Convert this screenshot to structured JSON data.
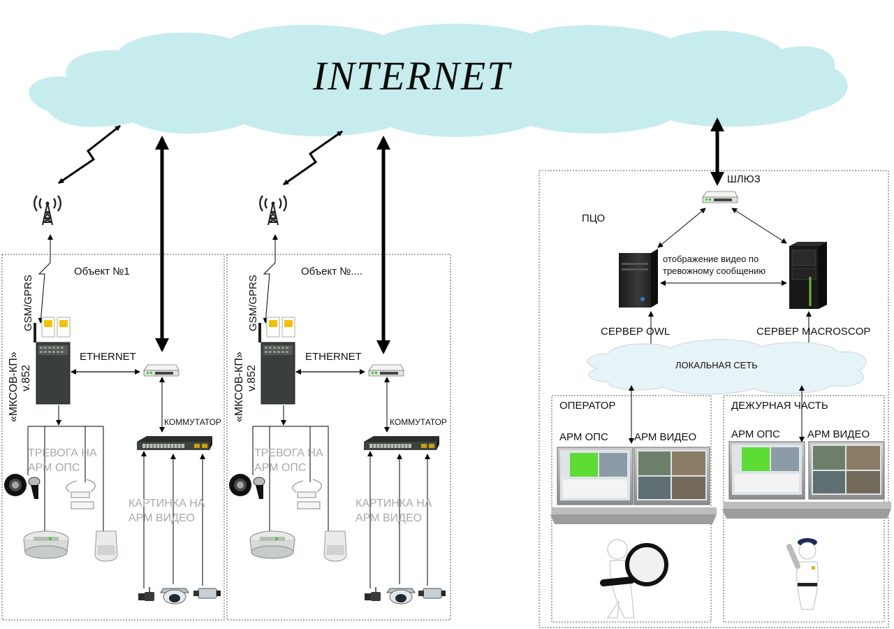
{
  "cloud": {
    "title": "INTERNET",
    "color": "#c6ecee"
  },
  "objects": [
    {
      "title": "Объект №1",
      "gsm_label": "GSM/GPRS",
      "device_name": "«МКСОВ-КП»",
      "device_version": "v.852",
      "ethernet_label": "ETHERNET",
      "switch_label": "КОММУТАТОР",
      "alarm_text": [
        "ТРЕВОГА НА",
        "АРМ ОПС"
      ],
      "video_text": [
        "КАРТИНКА НА",
        "АРМ ВИДЕО"
      ]
    },
    {
      "title": "Объект №....",
      "gsm_label": "GSM/GPRS",
      "device_name": "«МКСОВ-КП»",
      "device_version": "v.852",
      "ethernet_label": "ETHERNET",
      "switch_label": "КОММУТАТОР",
      "alarm_text": [
        "ТРЕВОГА НА",
        "АРМ ОПС"
      ],
      "video_text": [
        "КАРТИНКА НА",
        "АРМ ВИДЕО"
      ]
    }
  ],
  "center": {
    "gateway_label": "ШЛЮЗ",
    "title": "ПЦО",
    "link_caption": [
      "отображение видео по",
      "тревожному сообщению"
    ],
    "server_owl": "СЕРВЕР OWL",
    "server_macroscop": "СЕРВЕР MACROSCOP",
    "lan_label": "ЛОКАЛЬНАЯ СЕТЬ",
    "lan_color": "#e6f4f8",
    "rooms": [
      {
        "title": "ОПЕРАТОР",
        "ws_ops": "АРМ ОПС",
        "ws_video": "АРМ ВИДЕО"
      },
      {
        "title": "ДЕЖУРНАЯ ЧАСТЬ",
        "ws_ops": "АРМ ОПС",
        "ws_video": "АРМ ВИДЕО"
      }
    ]
  },
  "colors": {
    "screen_green": "#5ddc36",
    "sim_yellow": "#f2c300",
    "device_dark": "#3b3f3c"
  }
}
